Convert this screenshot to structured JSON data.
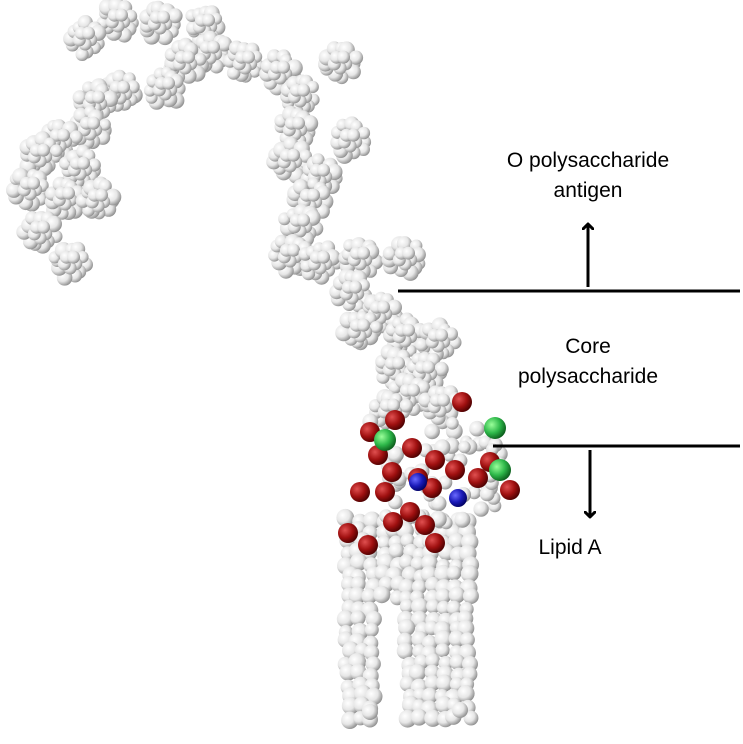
{
  "labels": {
    "o_antigen_line1": "O polysaccharide",
    "o_antigen_line2": "antigen",
    "core_line1": "Core",
    "core_line2": "polysaccharide",
    "lipid_a": "Lipid A"
  },
  "colors": {
    "atom_carbon_hydrogen": "#d9d9d9",
    "atom_oxygen": "#a01010",
    "atom_nitrogen": "#1a1ab8",
    "atom_phosphorus": "#2eb84a",
    "line": "#000000",
    "background": "#ffffff"
  }
}
